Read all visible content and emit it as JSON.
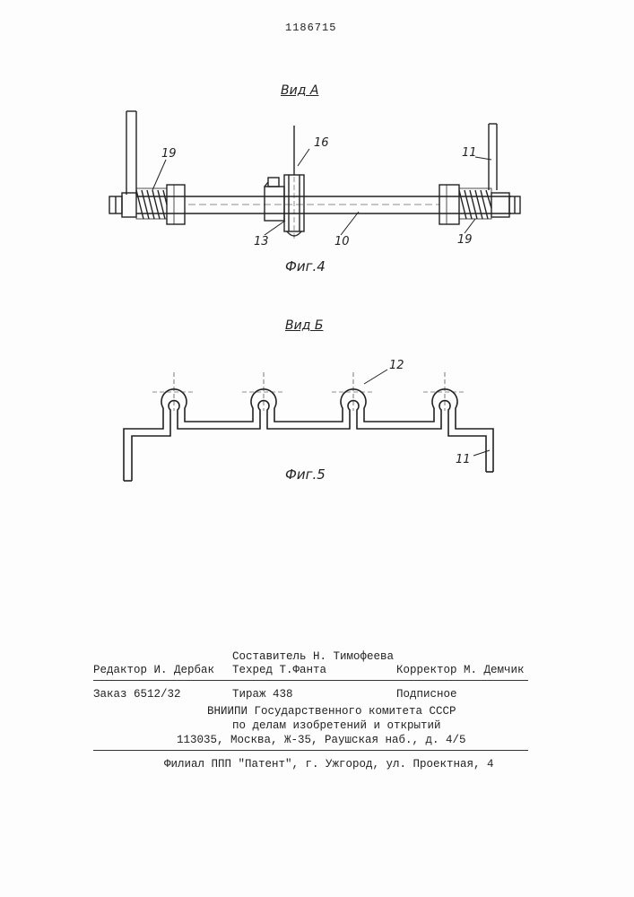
{
  "patent_number": "1186715",
  "figure4": {
    "view_title": "Вид А",
    "caption": "Фиг.4",
    "labels": {
      "l16": "16",
      "l19a": "19",
      "l11": "11",
      "l13": "13",
      "l10": "10",
      "l19b": "19"
    }
  },
  "figure5": {
    "view_title": "Вид Б",
    "caption": "Фиг.5",
    "labels": {
      "l12": "12",
      "l11": "11"
    }
  },
  "imprint": {
    "compiler": "Составитель  Н. Тимофеева",
    "editor": "Редактор И. Дербак",
    "techred": "Техред Т.Фанта",
    "corrector": "Корректор М. Демчик",
    "order": "Заказ 6512/32",
    "circulation": "Тираж 438",
    "subscription": "Подписное",
    "org_line1": "ВНИИПИ Государственного комитета СССР",
    "org_line2": "по делам изобретений и открытий",
    "org_line3": "113035, Москва, Ж-35, Раушская наб., д. 4/5",
    "branch": "Филиал ППП \"Патент\", г. Ужгород, ул. Проектная, 4"
  }
}
